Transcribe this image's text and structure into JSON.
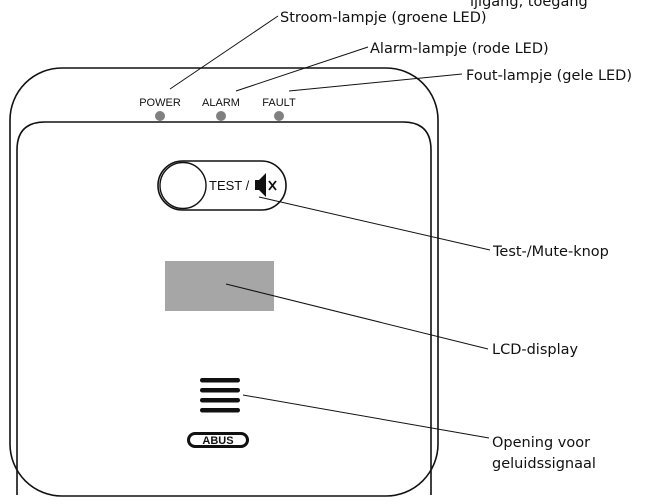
{
  "device": {
    "led_labels": {
      "power": "POWER",
      "alarm": "ALARM",
      "fault": "FAULT"
    },
    "button_label": "TEST /",
    "button_icon": "speaker-mute-icon",
    "brand": "ABUS"
  },
  "callouts": {
    "top_cut": "ijlgang, toegang",
    "stroom": "Stroom-lampje (groene LED)",
    "alarm": "Alarm-lampje (rode LED)",
    "fout": "Fout-lampje (gele LED)",
    "test": "Test-/Mute-knop",
    "lcd": "LCD-display",
    "opening_line1": "Opening voor",
    "opening_line2": "geluidssignaal"
  },
  "colors": {
    "outline": "#111111",
    "led": "#808080",
    "lcd": "#a6a6a6"
  }
}
